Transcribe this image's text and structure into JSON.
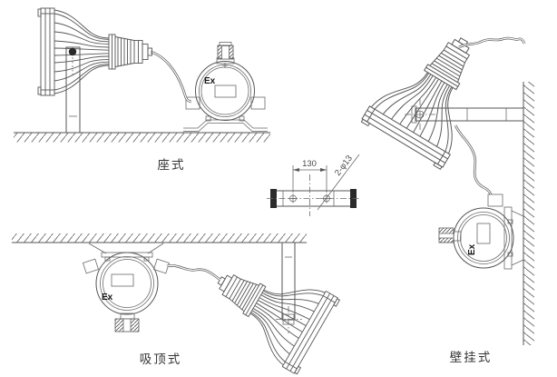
{
  "figure": {
    "seat": {
      "label": "座式",
      "ex_mark": "Ex"
    },
    "ceiling": {
      "label": "吸顶式",
      "ex_mark": "Ex"
    },
    "wall": {
      "label": "壁挂式",
      "ex_mark": "Ex"
    }
  },
  "bracket_detail": {
    "hole_spacing": "130",
    "holes_note": "2-φ13"
  },
  "colors": {
    "line": "#565656",
    "label_text": "#343434",
    "ex_text": "#161616",
    "background": "#ffffff"
  }
}
